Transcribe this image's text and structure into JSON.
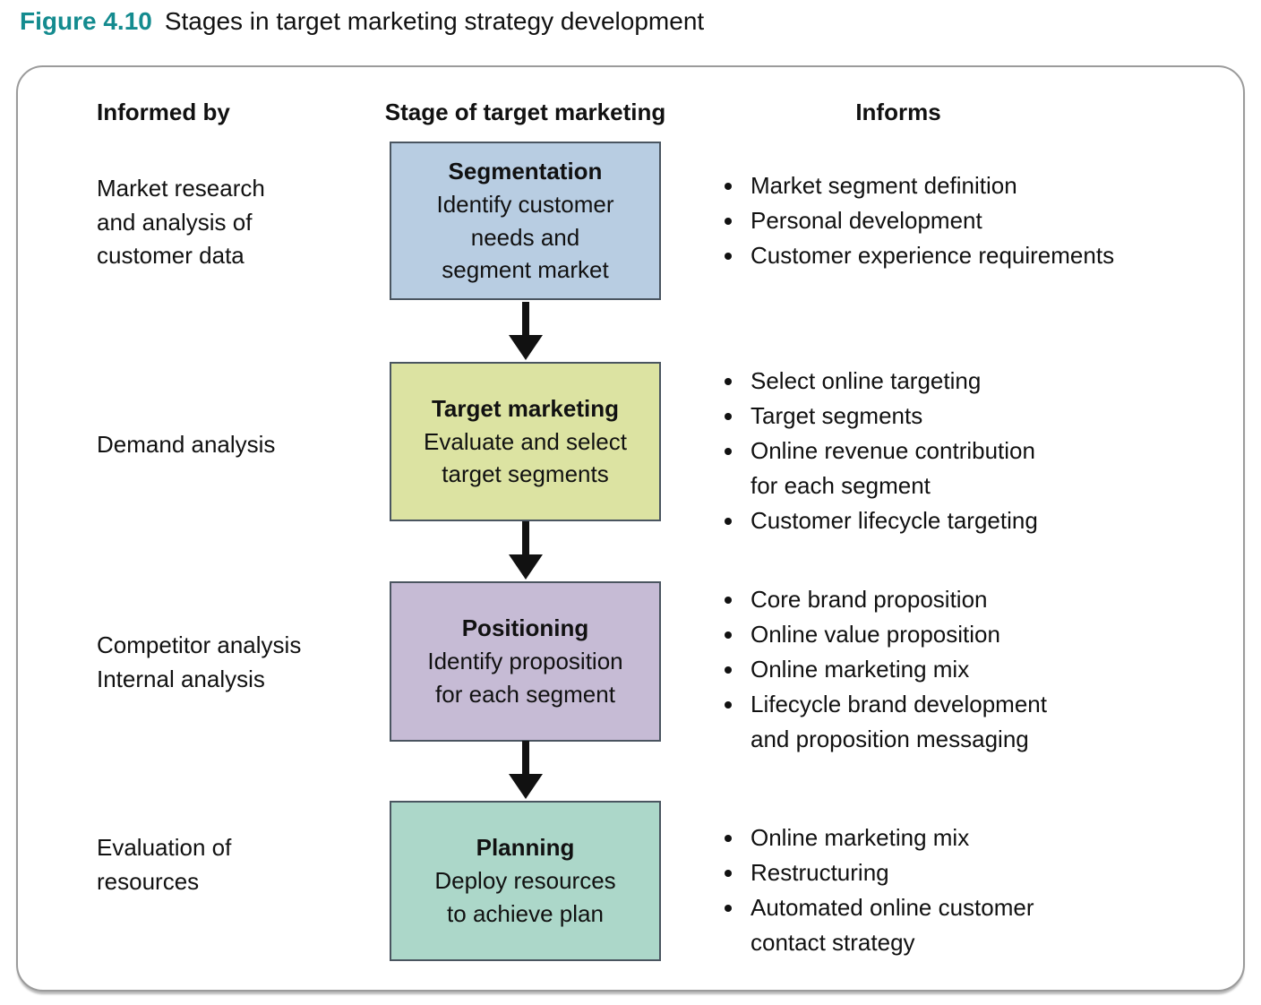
{
  "figure": {
    "label": "Figure 4.10",
    "title": "Stages in target marketing strategy development"
  },
  "headers": {
    "informed_by": "Informed by",
    "stage": "Stage of target marketing",
    "informs": "Informs"
  },
  "colors": {
    "accent_teal": "#148b8f",
    "segmentation_fill": "#b8cde2",
    "target_marketing_fill": "#dce3a2",
    "positioning_fill": "#c6bbd5",
    "planning_fill": "#acd7c9",
    "box_border": "#4a5560"
  },
  "stages": [
    {
      "name": "Segmentation",
      "description": "Identify customer\nneeds and\nsegment market",
      "fill": "#b8cde2",
      "informed_by": "Market research\nand analysis of\ncustomer data",
      "informs": [
        "Market segment definition",
        "Personal development",
        "Customer experience requirements"
      ]
    },
    {
      "name": "Target marketing",
      "description": "Evaluate and select\ntarget segments",
      "fill": "#dce3a2",
      "informed_by": "Demand analysis",
      "informs": [
        "Select online targeting",
        "Target segments",
        "Online revenue contribution\nfor each segment",
        "Customer lifecycle targeting"
      ]
    },
    {
      "name": "Positioning",
      "description": "Identify proposition\nfor each segment",
      "fill": "#c6bbd5",
      "informed_by": "Competitor analysis\nInternal analysis",
      "informs": [
        "Core brand proposition",
        "Online value proposition",
        "Online marketing mix",
        "Lifecycle brand development\nand proposition messaging"
      ]
    },
    {
      "name": "Planning",
      "description": "Deploy resources\nto achieve plan",
      "fill": "#acd7c9",
      "informed_by": "Evaluation of\nresources",
      "informs": [
        "Online marketing mix",
        "Restructuring",
        "Automated online customer\ncontact strategy"
      ]
    }
  ]
}
